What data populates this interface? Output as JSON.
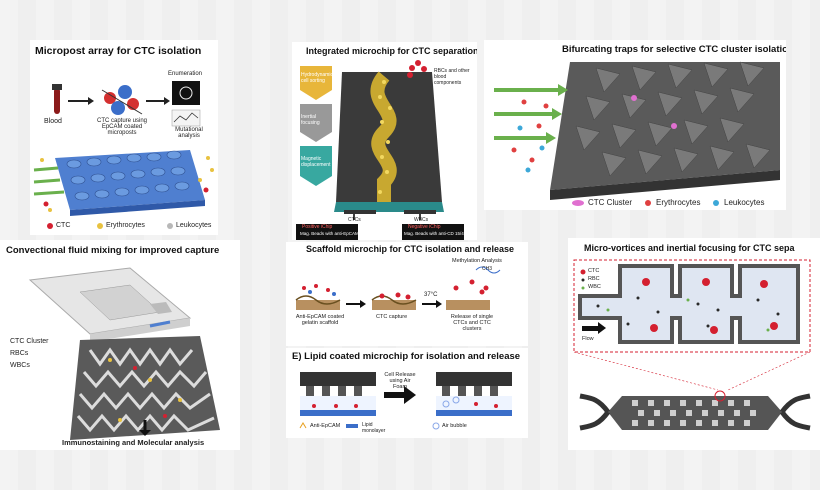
{
  "panel1": {
    "title": "Micropost array for CTC isolation",
    "blood": "Blood",
    "capture": "CTC capture using EpCAM coated microposts",
    "enumeration": "Enumeration",
    "mutational": "Mutational analysis",
    "legend": [
      "CTC",
      "Erythrocytes",
      "Leukocytes"
    ]
  },
  "panel2": {
    "title": "Integrated microchip for CTC separation",
    "stage1": "Hydrodynamic cell sorting",
    "stage2": "Inertial focusing",
    "stage3": "Magnetic displacement",
    "rbc_note": "RBCs and other blood components",
    "out_left": "CTCs",
    "out_right": "WBCs",
    "box_left_title": "Positive iChip",
    "box_left_body": "Mag. Beads with anti-EpCAM",
    "box_right_title": "Negative iChip",
    "box_right_body": "Mag. Beads with anti-CD 15/45/66"
  },
  "panel3": {
    "title": "Bifurcating traps for selective CTC cluster isolation",
    "legend": [
      "CTC Cluster",
      "Erythrocytes",
      "Leukocytes"
    ]
  },
  "panel4": {
    "title": "Convectional fluid mixing for improved capture",
    "labels": [
      "CTC Cluster",
      "RBCs",
      "WBCs"
    ],
    "bottom": "Immunostaining and Molecular analysis"
  },
  "panel5": {
    "title": "Scaffold microchip for CTC isolation and release",
    "methylation": "Methylation Analysis",
    "temp": "37°C",
    "ch3": "CH3",
    "cap1": "Anti-EpCAM coated gelatin scaffold",
    "cap2": "CTC capture",
    "cap3": "Release of single CTCs and CTC clusters"
  },
  "panel6": {
    "title": "E) Lipid coated microchip for isolation and release",
    "release": "Cell Release using Air Foam",
    "legend1": "Anti-EpCAM",
    "legend2": "Lipid monolayer",
    "legend3": "Air bubble"
  },
  "panel7": {
    "title": "Micro-vortices and inertial focusing for CTC sepa",
    "legend": [
      "CTC",
      "RBC",
      "WBC"
    ],
    "flow": "Flow"
  },
  "colors": {
    "ctc": "#d42030",
    "rbc": "#e04040",
    "wbc": "#3da8d8",
    "leuko": "#b8b8b8",
    "arrow_green": "#6ab04c",
    "chip_blue": "#4f7fd0",
    "chip_dark": "#444444",
    "pink": "#e070d0",
    "yellow": "#e8c240"
  }
}
